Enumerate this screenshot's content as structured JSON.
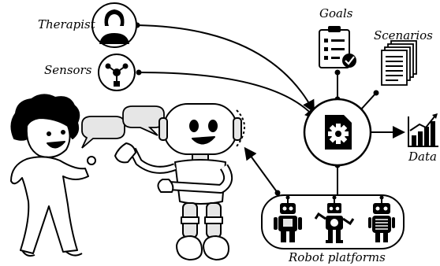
{
  "labels": {
    "therapist": "Therapist",
    "sensors": "Sensors",
    "goals": "Goals",
    "scenarios": "Scenarios",
    "data": "Data",
    "robot_platforms": "Robot platforms"
  },
  "icons": {
    "therapist": "person-icon",
    "sensors": "sensor-node-icon",
    "goals": "clipboard-checklist-icon",
    "scenarios": "document-stack-icon",
    "hub": "gear-document-icon",
    "data": "bar-chart-trend-icon",
    "platforms": [
      "robot-icon",
      "robot-icon",
      "robot-icon"
    ]
  },
  "colors": {
    "stroke": "#000000",
    "fill": "#ffffff",
    "shade": "#e6e6e6"
  }
}
